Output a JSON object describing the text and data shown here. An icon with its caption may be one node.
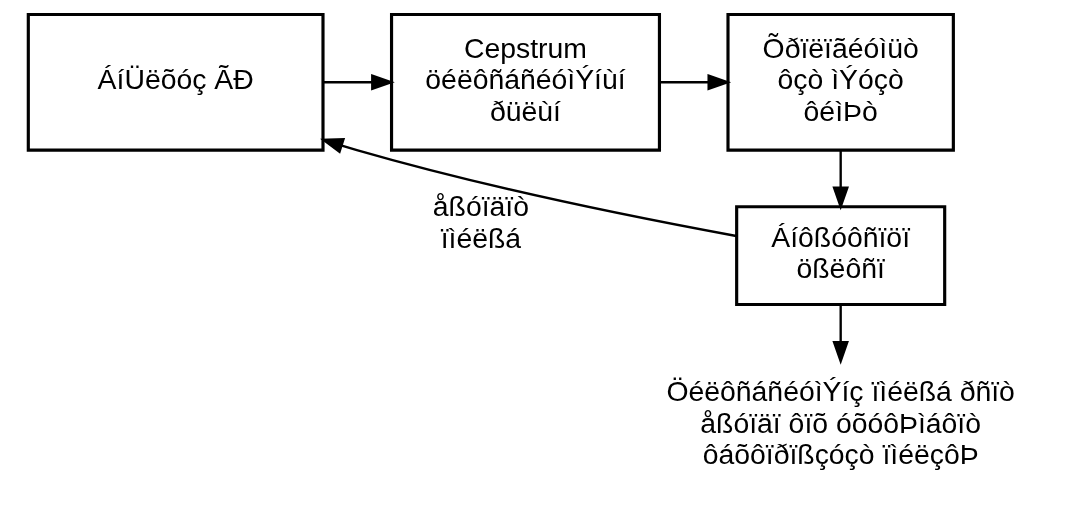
{
  "diagram": {
    "nodes": [
      {
        "text": [
          "ÁíÜëõóç ÃÐ"
        ]
      },
      {
        "text": [
          "Cepstrum öéëôñáñéóìÝíùí ðüëùí"
        ]
      },
      {
        "text": [
          "Õðïëïãéóìüò ôçò ìÝóçò ôéìÞò"
        ]
      },
      {
        "text": [
          "Áíôßóôñïöï ößëôñï"
        ]
      },
      {
        "text": [
          "ÖéëôñáñéóìÝíç ïìéëßá ðñïò åßóïäï ôïõ óõóôÞìáôïò ôáõôïðïßçóçò ïìéëçôÞ"
        ]
      }
    ],
    "edges": [
      {
        "from": 0,
        "to": 1,
        "arrow": "to"
      },
      {
        "from": 1,
        "to": 2,
        "arrow": "to"
      },
      {
        "from": 2,
        "to": 3,
        "arrow": "to"
      },
      {
        "from": 3,
        "to": 0,
        "arrow": "to",
        "label": "åßóïäïò ïìéëßá"
      },
      {
        "from": 3,
        "to": 4,
        "arrow": "to"
      }
    ]
  }
}
